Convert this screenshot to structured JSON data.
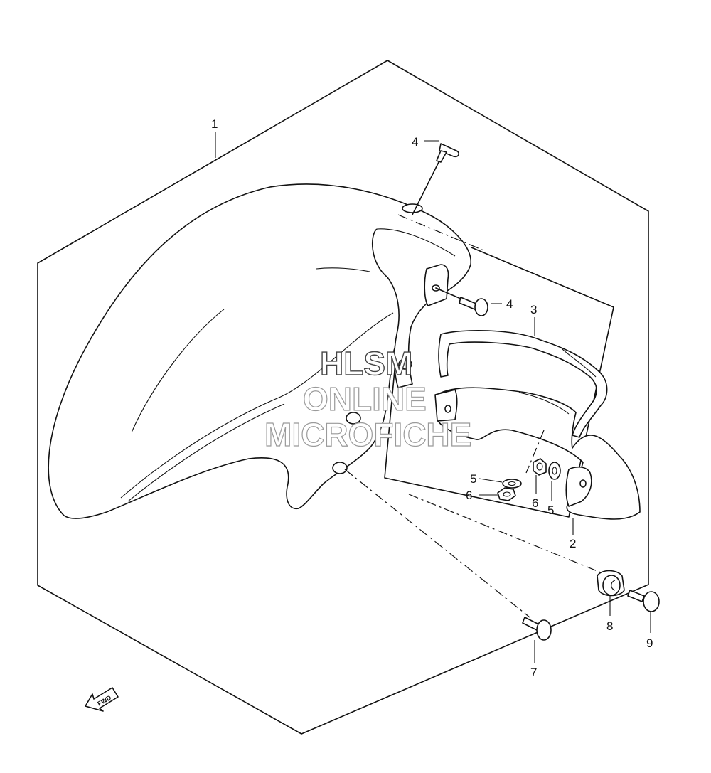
{
  "watermark": {
    "line1": "HLSM",
    "line2": "ONLINE",
    "line3": "MICROFICHE"
  },
  "fwd_badge": "FWD",
  "callouts": {
    "c1": "1",
    "c2": "2",
    "c3": "3",
    "c4a": "4",
    "c4b": "4",
    "c5a": "5",
    "c5b": "5",
    "c6a": "6",
    "c6b": "6",
    "c7": "7",
    "c8": "8",
    "c9": "9"
  }
}
